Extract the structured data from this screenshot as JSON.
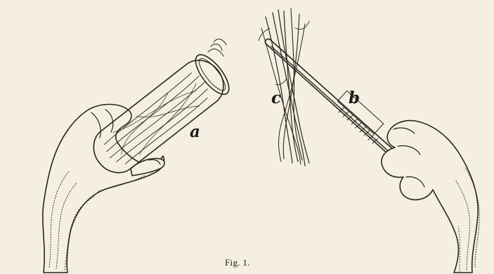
{
  "figure": {
    "caption": "Fig. 1.",
    "labels": {
      "a": "a",
      "b": "b",
      "c": "c"
    }
  },
  "colors": {
    "paper": "#f4efe2",
    "ink": "#2a241c"
  }
}
